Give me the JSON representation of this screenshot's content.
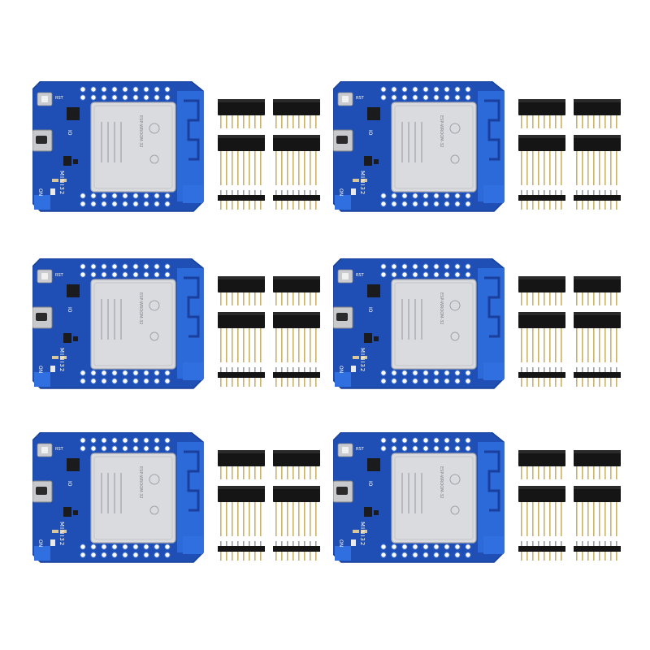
{
  "image": {
    "subject": "esp32-mini-development-board-kit",
    "kit_count": 6,
    "columns": 2,
    "rows": 3,
    "colors": {
      "background": "#ffffff",
      "pcb_blue": "#1f4fb4",
      "pcb_edge": "#18409a",
      "antenna_blue": "#2f6fe0",
      "shield_silver": "#d9dbde",
      "chip_black": "#1b1b1d",
      "header_black": "#151515",
      "pin_gold": "#c9b26a"
    }
  },
  "board": {
    "module_label": "ESP-WROOM-32",
    "brand_label": "MINI32",
    "silk_text": "RST",
    "silk_io": "IO",
    "silk_on": "ON"
  },
  "kits": [
    {
      "id": "kit-1"
    },
    {
      "id": "kit-2"
    },
    {
      "id": "kit-3"
    },
    {
      "id": "kit-4"
    },
    {
      "id": "kit-5"
    },
    {
      "id": "kit-6"
    }
  ]
}
